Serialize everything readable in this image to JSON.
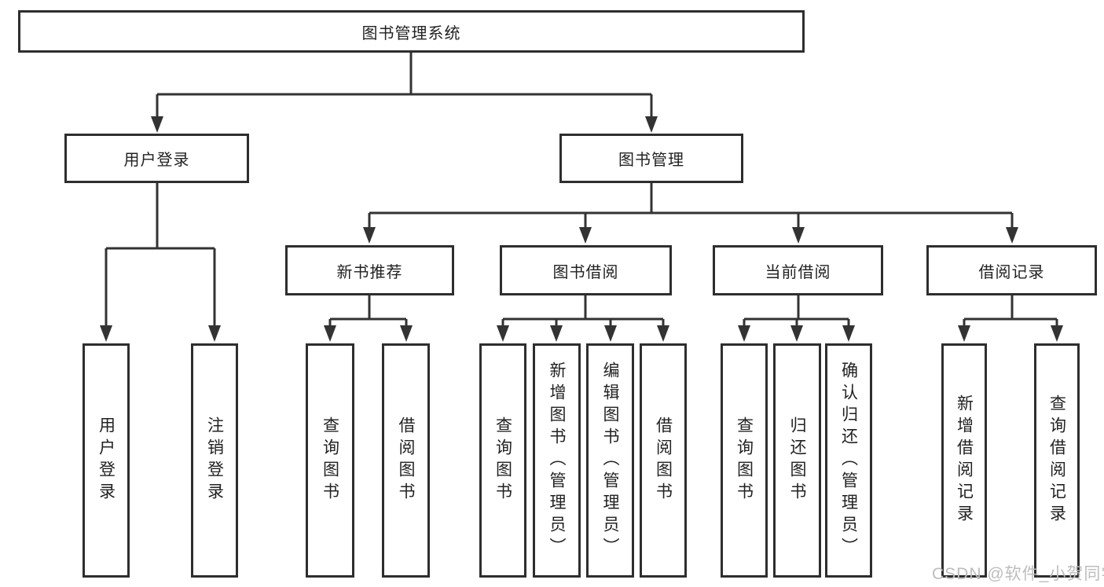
{
  "diagram": {
    "root": {
      "label": "图书管理系统"
    },
    "branches": [
      {
        "label": "用户登录",
        "children": [
          {
            "label": "用户登录"
          },
          {
            "label": "注销登录"
          }
        ]
      },
      {
        "label": "图书管理",
        "children": [
          {
            "label": "新书推荐",
            "children": [
              {
                "label": "查询图书"
              },
              {
                "label": "借阅图书"
              }
            ]
          },
          {
            "label": "图书借阅",
            "children": [
              {
                "label": "查询图书"
              },
              {
                "label": "新增图书（管理员）"
              },
              {
                "label": "编辑图书（管理员）"
              },
              {
                "label": "借阅图书"
              }
            ]
          },
          {
            "label": "当前借阅",
            "children": [
              {
                "label": "查询图书"
              },
              {
                "label": "归还图书"
              },
              {
                "label": "确认归还（管理员）"
              }
            ]
          },
          {
            "label": "借阅记录",
            "children": [
              {
                "label": "新增借阅记录"
              },
              {
                "label": "查询借阅记录"
              }
            ]
          }
        ]
      }
    ]
  },
  "watermark": {
    "text": "CSDN @软件_小贺同学"
  },
  "colors": {
    "line": "#333333",
    "box_border": "#2e2e2e",
    "box_fill": "#ffffff",
    "text": "#222222",
    "watermark": "#bdbdbd",
    "background": "#ffffff"
  }
}
